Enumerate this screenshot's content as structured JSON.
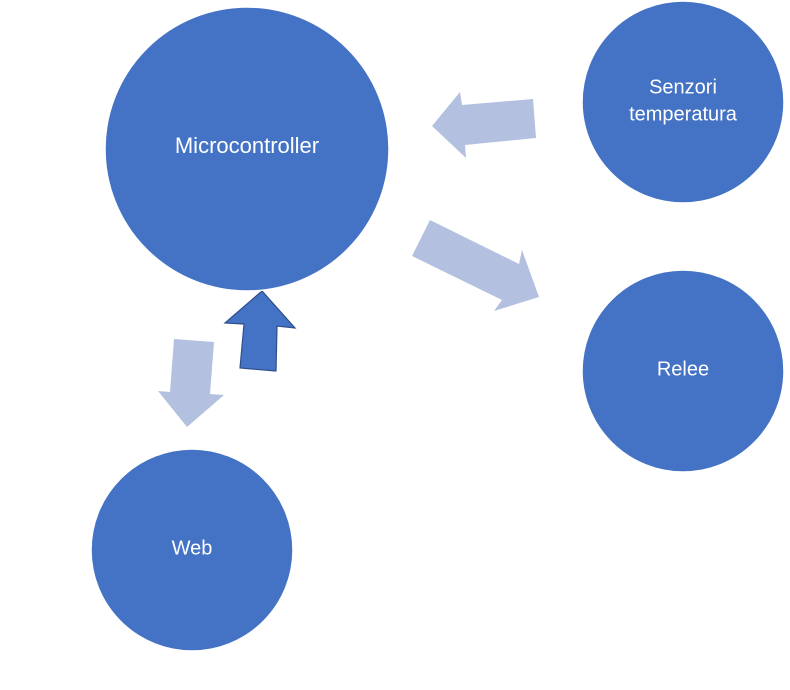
{
  "nodes": {
    "microcontroller": {
      "label": "Microcontroller"
    },
    "senzori": {
      "line1": "Senzori",
      "line2": "temperatura"
    },
    "relee": {
      "label": "Relee"
    },
    "web": {
      "label": "Web"
    }
  },
  "arrows": [
    {
      "from": "senzori",
      "to": "microcontroller",
      "style": "light"
    },
    {
      "from": "microcontroller",
      "to": "relee",
      "style": "light"
    },
    {
      "from": "microcontroller",
      "to": "web",
      "style": "light"
    },
    {
      "from": "web",
      "to": "microcontroller",
      "style": "dark"
    }
  ],
  "colors": {
    "node_fill": "#4472C4",
    "arrow_light": "#B4C0E0",
    "arrow_dark": "#4472C4",
    "label": "#FFFFFF"
  }
}
